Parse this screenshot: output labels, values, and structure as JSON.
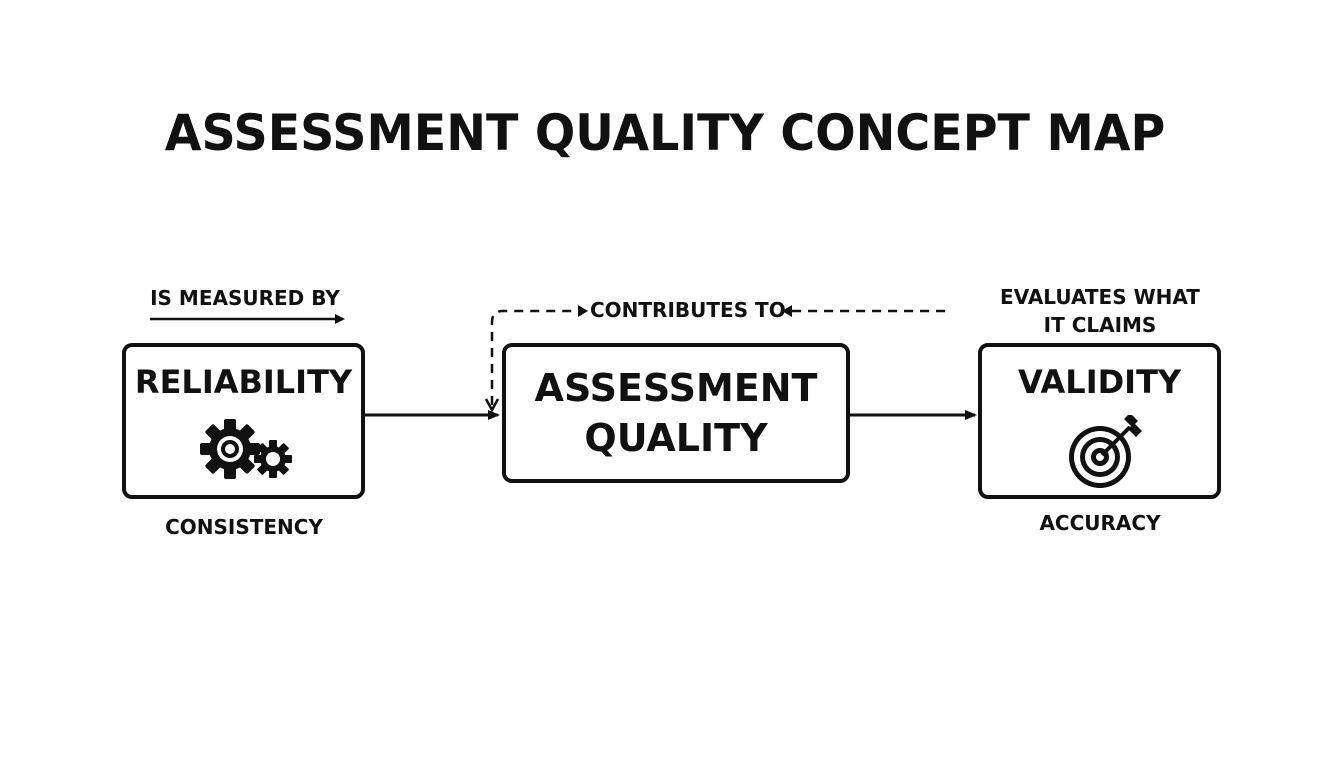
{
  "title": "ASSESSMENT QUALITY CONCEPT MAP",
  "nodes": {
    "reliability": {
      "label": "RELIABILITY",
      "icon": "gears-icon",
      "caption": "CONSISTENCY"
    },
    "quality": {
      "label": "ASSESSMENT QUALITY"
    },
    "validity": {
      "label": "VALIDITY",
      "icon": "target-arrow-icon",
      "caption": "ACCURACY"
    }
  },
  "edges": {
    "measured_by": "IS MEASURED BY",
    "contributes_to": "CONTRIBUTES TO",
    "evaluates": "EVALUATES WHAT IT CLAIMS"
  },
  "colors": {
    "ink": "#111111",
    "background": "#ffffff"
  }
}
